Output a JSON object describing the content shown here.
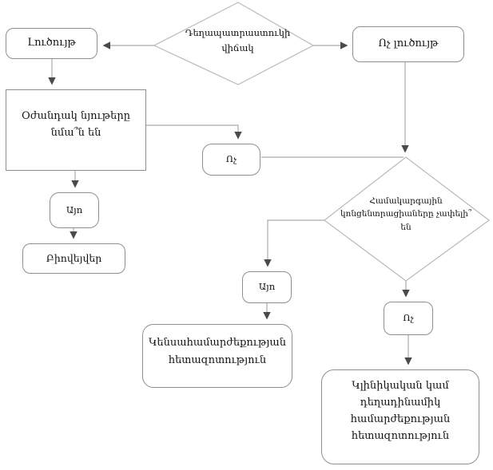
{
  "nodes": {
    "decision1": {
      "label": "Դեղապատրաստուկի\nվիճակ",
      "type": "decision"
    },
    "solution": {
      "label": "Լուծույթ",
      "type": "terminator"
    },
    "not_solution": {
      "label": "Ոչ լուծույթ",
      "type": "terminator"
    },
    "excipients_question": {
      "label": "Օժանդակ նյութերը\nնմա՞ն են",
      "type": "process"
    },
    "no_mid": {
      "label": "Ոչ",
      "type": "terminator"
    },
    "yes_left": {
      "label": "Այո",
      "type": "terminator"
    },
    "biowaiver": {
      "label": "Բիովեյվեր",
      "type": "terminator"
    },
    "decision2": {
      "label": "Համակարգային\nկոնցենտրացիաները չափելի՞\nեն",
      "type": "decision"
    },
    "yes_center": {
      "label": "Այո",
      "type": "terminator"
    },
    "no_right": {
      "label": "Ոչ",
      "type": "terminator"
    },
    "bioequivalence": {
      "label": "Կենսահամարժեքության\nհետազոտություն",
      "type": "terminator"
    },
    "clinical": {
      "label": "Կլինիկական կամ\nդեղադինամիկ\nհամարժեքության\nհետազոտություն",
      "type": "terminator"
    }
  },
  "edges": [
    {
      "from": "decision1",
      "to": "solution"
    },
    {
      "from": "decision1",
      "to": "not_solution"
    },
    {
      "from": "solution",
      "to": "excipients_question"
    },
    {
      "from": "excipients_question",
      "to": "no_mid"
    },
    {
      "from": "excipients_question",
      "to": "yes_left"
    },
    {
      "from": "yes_left",
      "to": "biowaiver"
    },
    {
      "from": "no_mid",
      "to": "decision2"
    },
    {
      "from": "not_solution",
      "to": "decision2"
    },
    {
      "from": "decision2",
      "to": "yes_center"
    },
    {
      "from": "decision2",
      "to": "no_right"
    },
    {
      "from": "yes_center",
      "to": "bioequivalence"
    },
    {
      "from": "no_right",
      "to": "clinical"
    }
  ],
  "colors": {
    "background": "#ffffff",
    "line": "#ababab",
    "arrowhead": "#4a4a4a",
    "box_border": "#8f8f8f",
    "diamond_border": "#b9b9b9",
    "text": "#111111"
  }
}
